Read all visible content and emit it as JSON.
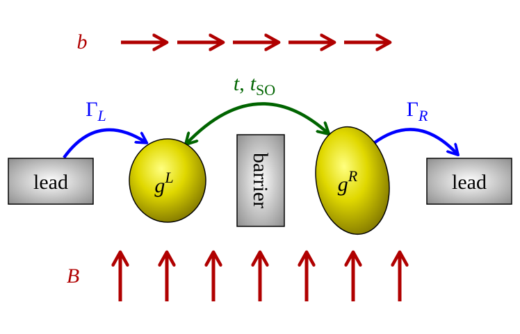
{
  "labels": {
    "b": "b",
    "B": "B",
    "hopping_t": "t",
    "hopping_sep": ",",
    "hopping_tso": "t",
    "hopping_tso_sub": "SO",
    "gamma_left": "Γ",
    "gamma_left_sub": "L",
    "gamma_right": "Γ",
    "gamma_right_sub": "R",
    "lead_left": "lead",
    "lead_right": "lead",
    "barrier": "barrier",
    "dot_left": "g",
    "dot_left_sup": "L",
    "dot_right": "g",
    "dot_right_sup": "R"
  },
  "colors": {
    "field_arrows": "#b00000",
    "coupling_arrows": "#0000ff",
    "hopping_arrow": "#006400",
    "dot_fill": "#e6e600",
    "lead_fill": "#c8c8c8"
  }
}
